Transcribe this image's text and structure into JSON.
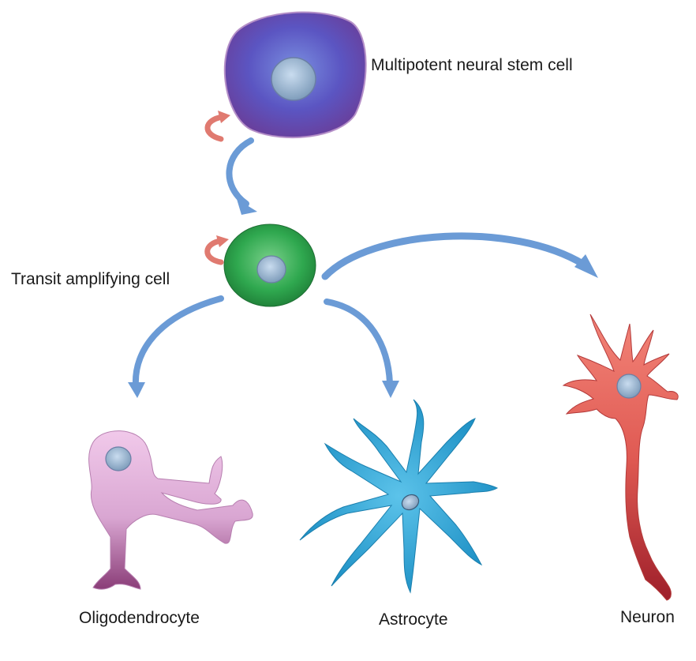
{
  "labels": {
    "stem_cell": "Multipotent neural stem cell",
    "transit_cell": "Transit amplifying cell",
    "oligodendrocyte": "Oligodendrocyte",
    "astrocyte": "Astrocyte",
    "neuron": "Neuron"
  },
  "colors": {
    "stem_cell": "#5a4fb0",
    "transit_cell": "#2fa84f",
    "oligodendrocyte": "#d8a3d0",
    "astrocyte": "#2aa3d8",
    "neuron": "#e0554f",
    "arrow_differentiation": "#6b9bd6",
    "arrow_self_renewal": "#e07a70"
  }
}
